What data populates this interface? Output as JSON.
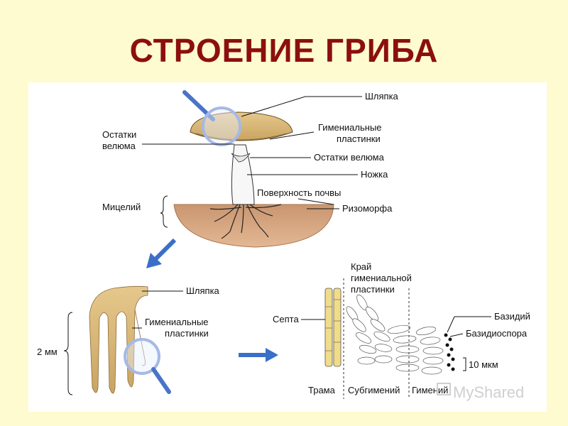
{
  "title": "СТРОЕНИЕ ГРИБА",
  "top_labels": {
    "cap": "Шляпка",
    "gills_1": "Гимениальные",
    "gills_2": "пластинки",
    "veil_left_1": "Остатки",
    "veil_left_2": "велюма",
    "veil_right": "Остатки велюма",
    "stem": "Ножка",
    "soil": "Поверхность почвы",
    "mycelium": "Мицелий",
    "rhizomorph": "Ризоморфа"
  },
  "left_detail_labels": {
    "cap": "Шляпка",
    "gills_1": "Гимениальные",
    "gills_2": "пластинки",
    "size": "2 мм"
  },
  "right_detail_labels": {
    "edge_1": "Край",
    "edge_2": "гимениальной",
    "edge_3": "пластинки",
    "septum": "Септа",
    "basidium": "Базидий",
    "basidiospore": "Базидиоспора",
    "scale": "10 мкм",
    "trama": "Трама",
    "subhymenium": "Субгимений",
    "hymenium": "Гимений"
  },
  "watermark": "MyShared",
  "colors": {
    "background": "#fffbd0",
    "title": "#8b0f0f",
    "cap": "#d8b878",
    "soil": "#d4a27a",
    "arrow": "#3a6fc9"
  }
}
